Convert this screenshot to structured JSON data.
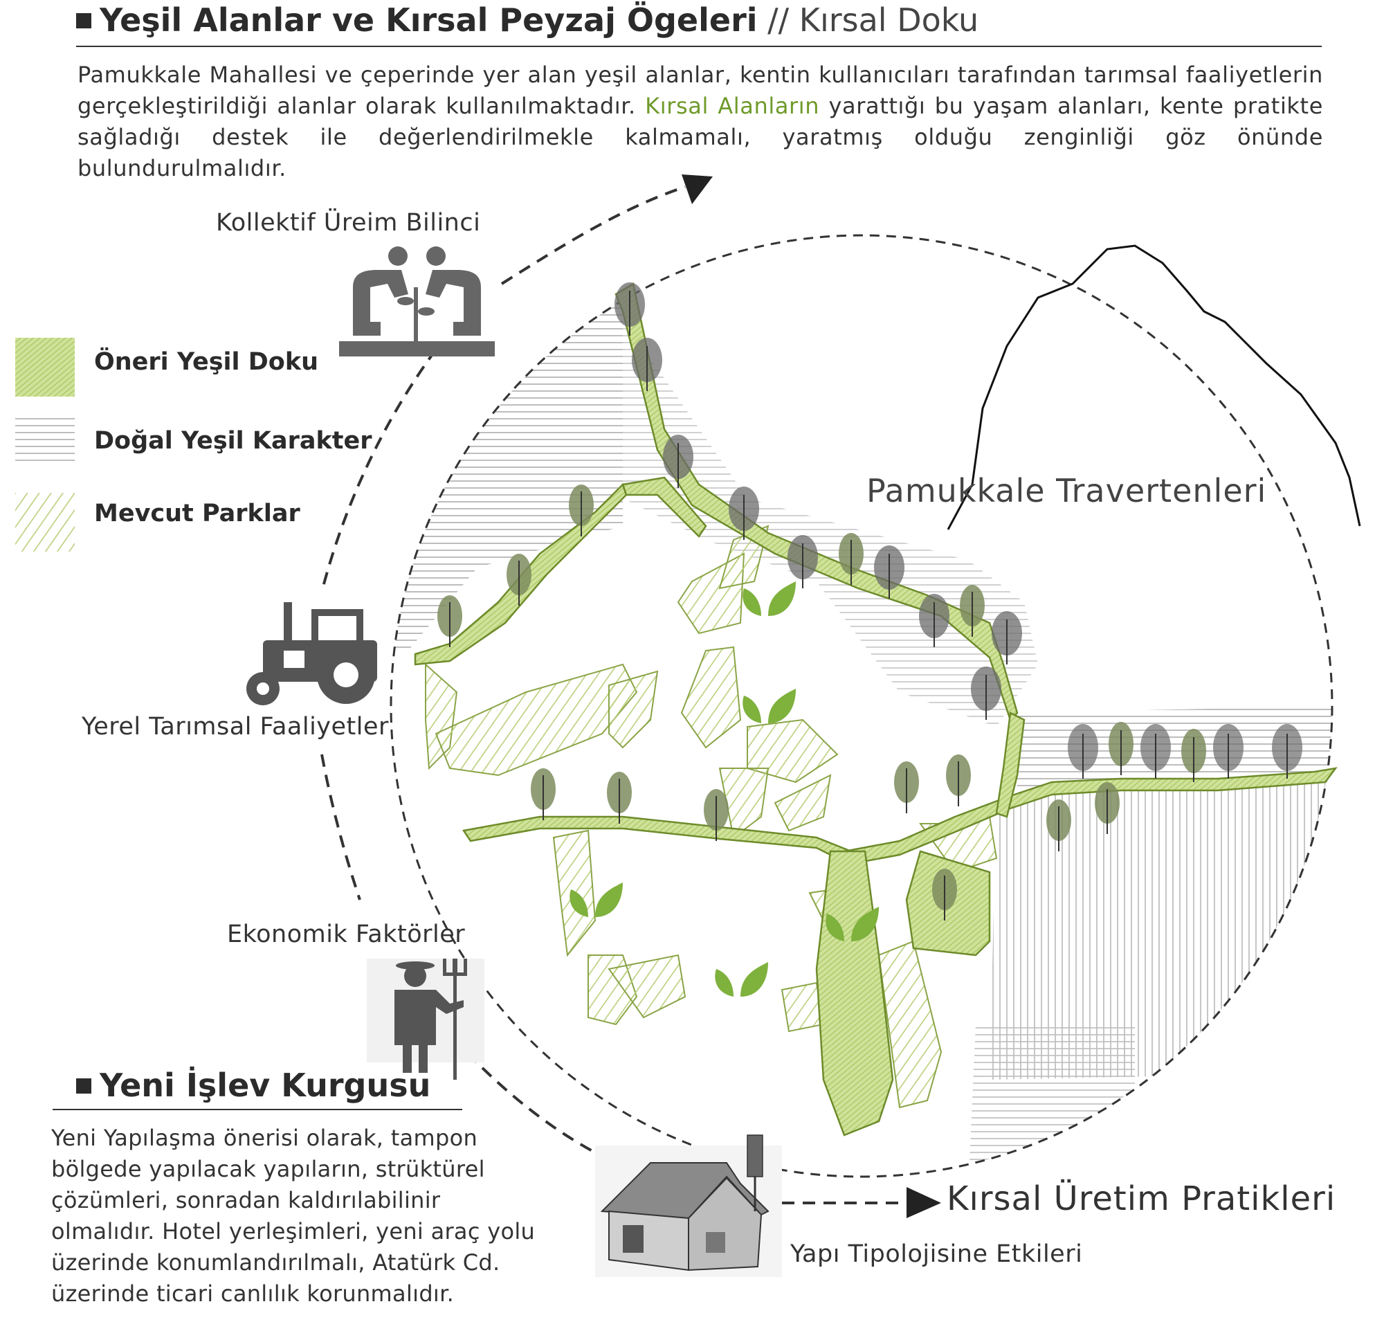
{
  "header": {
    "title": "Yeşil Alanlar ve Kırsal Peyzaj Ögeleri",
    "subtitle": "// Kırsal Doku"
  },
  "intro": {
    "part1": "Pamukkale Mahallesi ve çeperinde yer alan yeşil alanlar, kentin kullanıcıları tarafından tarımsal faaliyetlerin gerçekleştirildiği alanlar olarak kullanılmaktadır. ",
    "highlight": "Kırsal Alanların",
    "part2": " yarattığı bu yaşam alanları, kente pratikte sağladığı destek ile değerlendirilmekle kalmamalı, yaratmış olduğu zenginliği göz önünde bulundurulmalıdır."
  },
  "legend": {
    "items": [
      {
        "label": "Öneri Yeşil Doku"
      },
      {
        "label": "Doğal Yeşil Karakter"
      },
      {
        "label": "Mevcut Parklar"
      }
    ]
  },
  "cycle": {
    "collective": "Kollektif Üreim Bilinci",
    "agriculture": "Yerel Tarımsal Faaliyetler",
    "economic": "Ekonomik Faktörler",
    "typology": "Yapı Tipolojisine Etkileri",
    "rural": "Kırsal Üretim Pratikleri"
  },
  "map": {
    "travertine_label": "Pamukkale Travertenleri"
  },
  "section2": {
    "title": "Yeni İşlev Kurgusu",
    "paragraph": "Yeni Yapılaşma önerisi olarak, tampon bölgede yapılacak yapıların, strüktürel çözümleri, sonradan kaldırılabilinir olmalıdır. Hotel yerleşimleri, yeni araç yolu üzerinde konumlandırılmalı, Atatürk Cd. üzerinde ticari canlılık korunmalıdır."
  },
  "colors": {
    "green_fill": "#c5dc8a",
    "green_line": "#7a9a2e",
    "highlight_text": "#6f9a2a",
    "tree": "#7c8c5e",
    "tree_dark": "#6b6b6b"
  }
}
